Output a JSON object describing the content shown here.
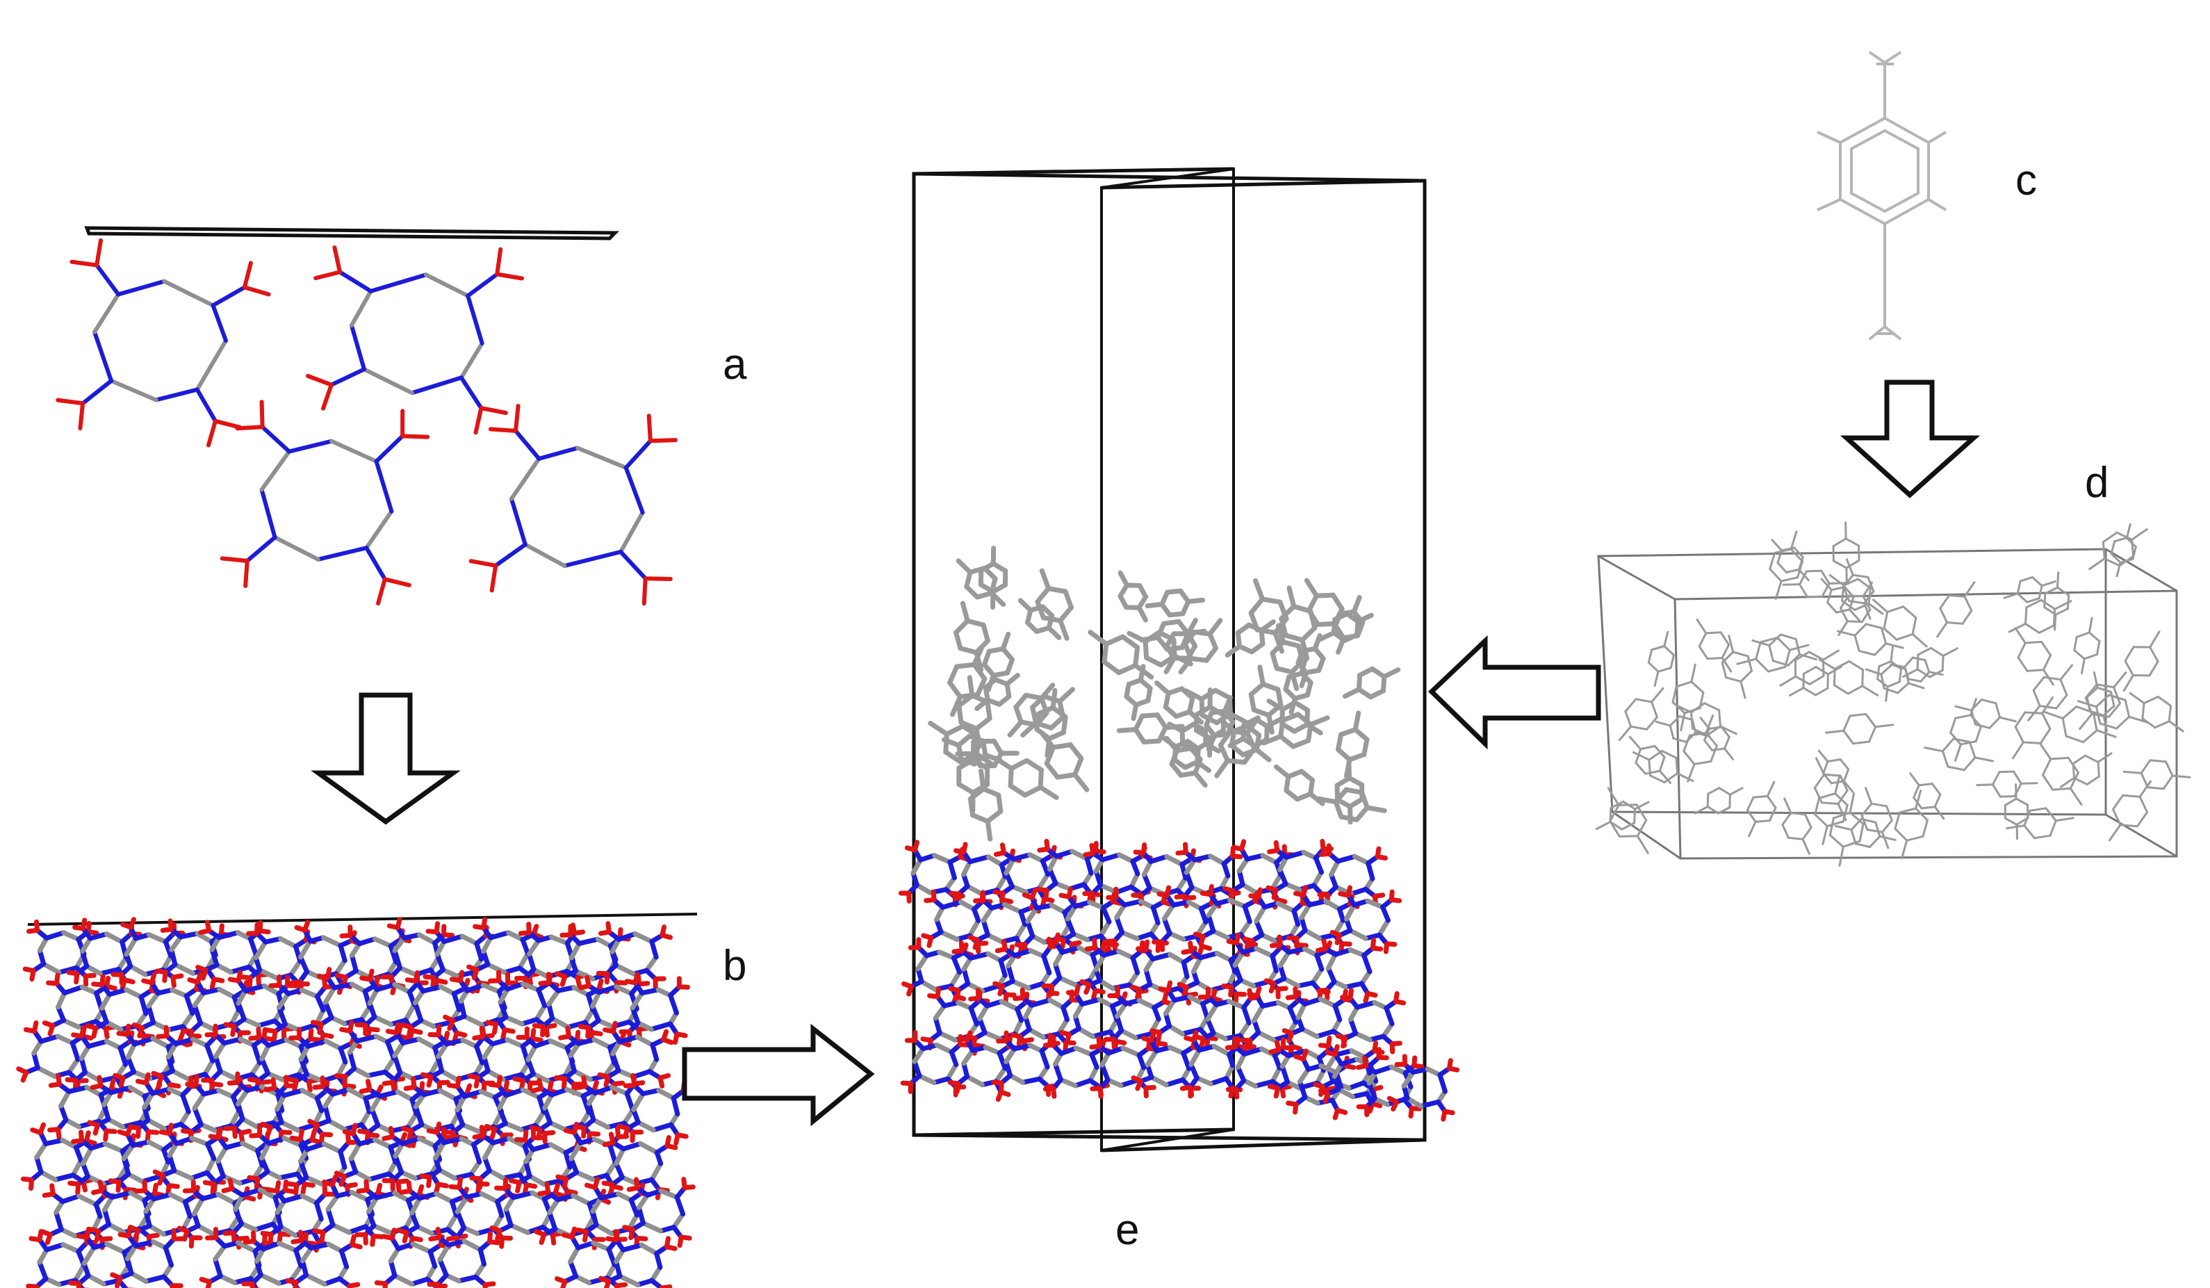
{
  "figure": {
    "panels": [
      {
        "id": "a",
        "label": "a",
        "content": "single-layer-molecular-crystal"
      },
      {
        "id": "b",
        "label": "b",
        "content": "crystal-slab"
      },
      {
        "id": "c",
        "label": "c",
        "content": "single-aromatic-molecule"
      },
      {
        "id": "d",
        "label": "d",
        "content": "amorphous-aromatic-box"
      },
      {
        "id": "e",
        "label": "e",
        "content": "interface-simulation-cell"
      }
    ],
    "arrows": [
      {
        "name": "arrow-a-to-b",
        "from": "a",
        "to": "b",
        "direction": "down"
      },
      {
        "name": "arrow-b-to-e",
        "from": "b",
        "to": "e",
        "direction": "right"
      },
      {
        "name": "arrow-c-to-d",
        "from": "c",
        "to": "d",
        "direction": "down"
      },
      {
        "name": "arrow-d-to-e",
        "from": "d",
        "to": "e",
        "direction": "left"
      }
    ],
    "colors": {
      "carbon": "#8f8f8f",
      "nitrogen": "#1c1cd8",
      "oxygen": "#e01414",
      "cell_edge": "#111111",
      "aromatic": "#9a9a9a",
      "background": "#ffffff"
    }
  }
}
